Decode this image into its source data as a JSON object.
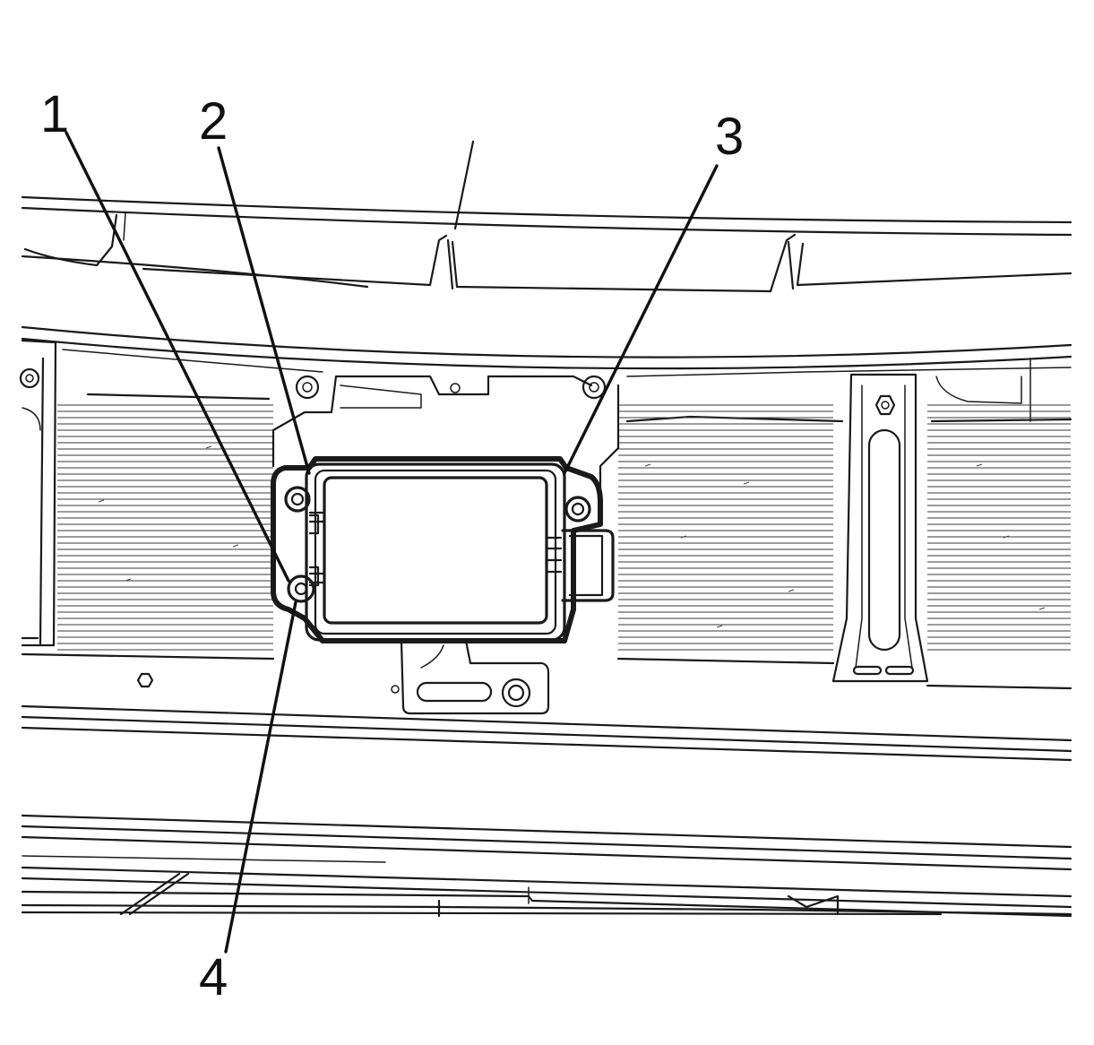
{
  "diagram": {
    "callouts": [
      {
        "number": "1"
      },
      {
        "number": "2"
      },
      {
        "number": "3"
      },
      {
        "number": "4"
      }
    ],
    "colors": {
      "line": "#1a1a1a",
      "background": "#ffffff"
    }
  }
}
